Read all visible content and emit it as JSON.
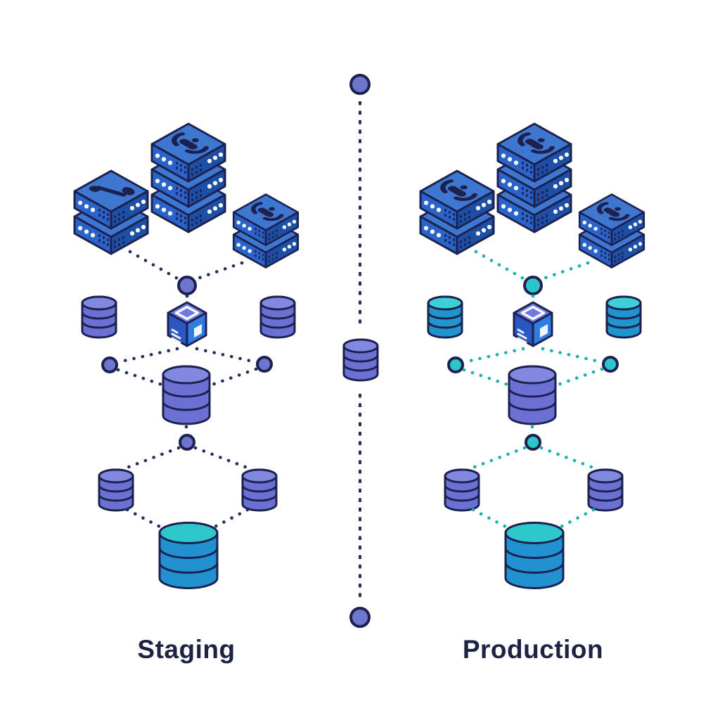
{
  "labels": {
    "staging": "Staging",
    "production": "Production"
  },
  "colors": {
    "bg": "#ffffff",
    "navy": "#1c2150",
    "server-top": "#3e77d0",
    "server-left": "#2a64ca",
    "server-right": "#1d4fa6",
    "cube-top": "#6f7cdd",
    "cube-left": "#2a57c0",
    "cube-right": "#2f7de2",
    "purple-top": "#8188e0",
    "purple-body": "#6a71d3",
    "teal-top": "#3ecfd8",
    "teal-body": "#2095cd",
    "bigteal-top": "#2ec8cc",
    "bigteal-body": "#2191cf",
    "indigo-dot": "#272d5c",
    "teal-dot": "#16b3ac",
    "node-purple": "#6d76cc",
    "node-teal": "#2cc6c9",
    "label": "#1e2344"
  },
  "environments": [
    {
      "id": "staging",
      "label": "Staging",
      "connector_color": "#272d5c",
      "components": [
        "server-stack (2-tier, hammer glyph)",
        "server-stack (3-tier, anchor glyph)",
        "server-stack (2-tier, anchor glyph)",
        "node-dot",
        "container-cube",
        "small database (purple) x2",
        "large database (purple)",
        "node-dot",
        "small database (purple) x2",
        "large database (teal)"
      ]
    },
    {
      "id": "production",
      "label": "Production",
      "connector_color": "#16b3ac",
      "components": [
        "server-stack (2-tier, anchor glyph)",
        "server-stack (3-tier, anchor glyph)",
        "server-stack (2-tier, anchor glyph)",
        "node-dot",
        "container-cube",
        "small database (teal) x2",
        "large database (purple)",
        "node-dot",
        "small database (purple) x2",
        "large database (teal)"
      ]
    }
  ],
  "divider": {
    "style": "vertical dashed line",
    "top_endpoint": "circle node",
    "bottom_endpoint": "circle node",
    "center_icon": "database"
  }
}
